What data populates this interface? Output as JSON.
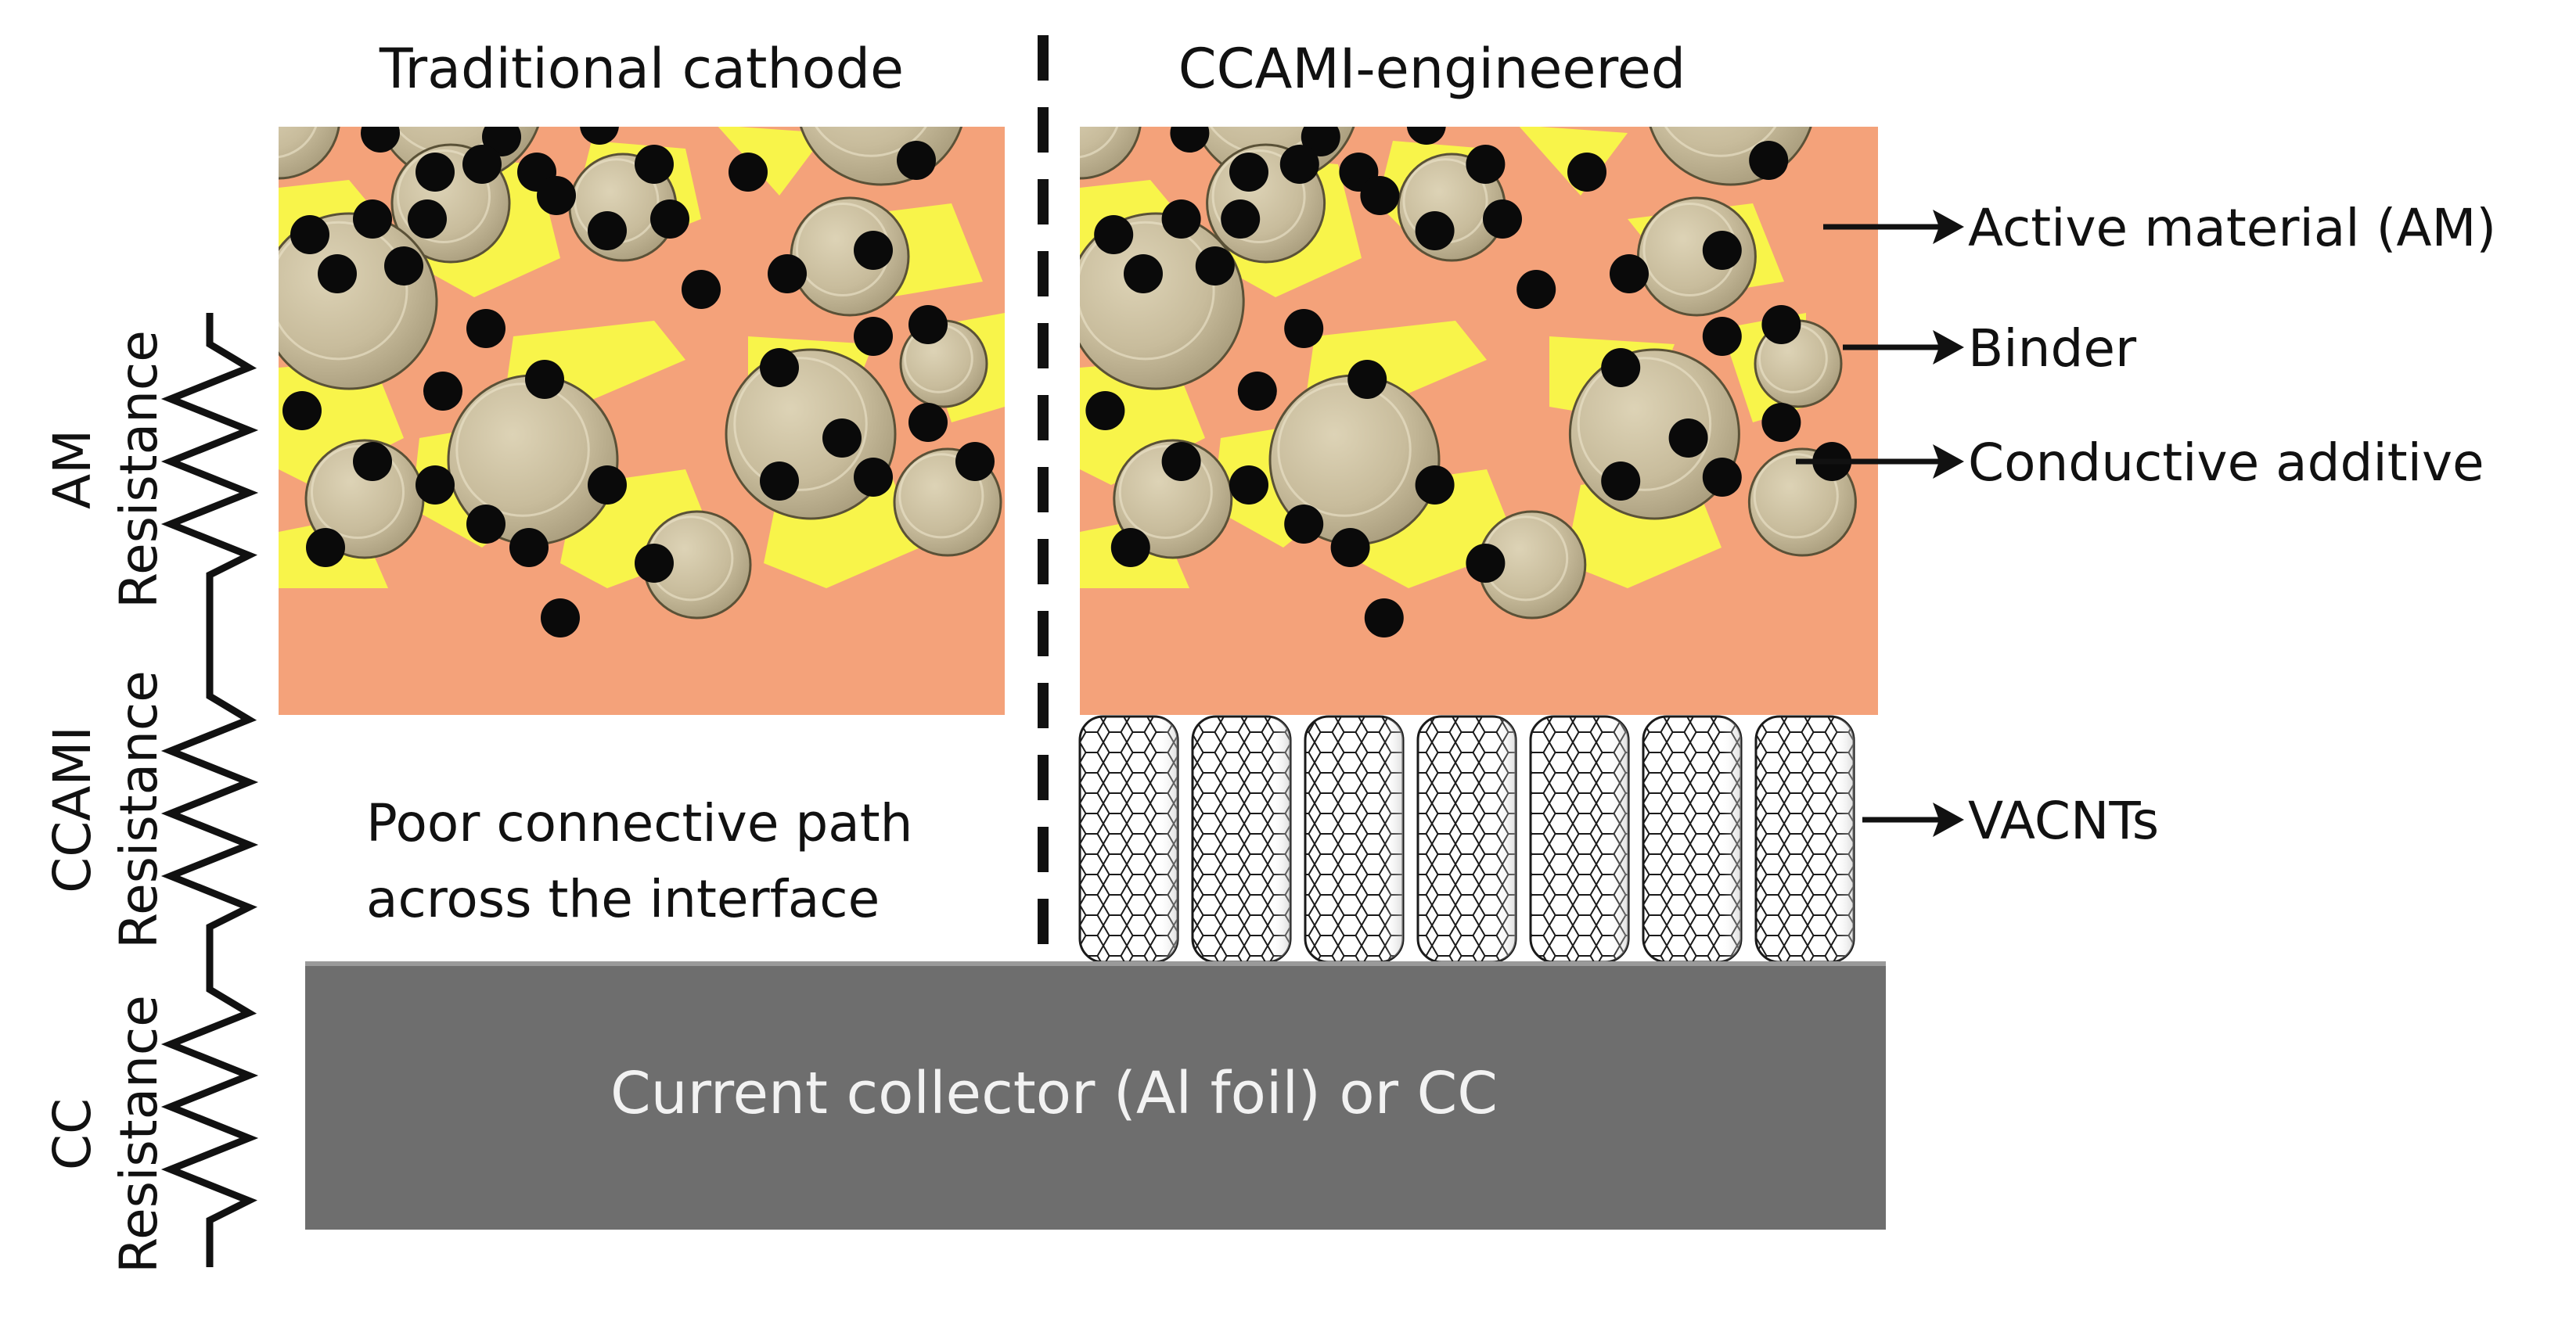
{
  "headings": {
    "traditional": "Traditional cathode",
    "engineered": "CCAMI-engineered"
  },
  "resistances": {
    "am": {
      "line1": "AM",
      "line2": "Resistance"
    },
    "ccami": {
      "line1": "CCAMI",
      "line2": "Resistance"
    },
    "cc": {
      "line1": "CC",
      "line2": "Resistance"
    }
  },
  "labels": {
    "active_material": "Active material (AM)",
    "binder": "Binder",
    "conductive_additive": "Conductive additive",
    "vacnts": "VACNTs"
  },
  "interface_note": {
    "line1": "Poor connective path",
    "line2": "across the interface"
  },
  "current_collector": "Current collector (Al foil) or CC",
  "colors": {
    "binder_orange": "#f4a27a",
    "binder_yellow": "#f8f44a",
    "particle": "#c8bc9c",
    "particle_shade": "#b1a584",
    "particle_edge": "#5a5137",
    "carbon": "#0a0a0a",
    "collector": "#6e6e6e",
    "collector_text": "#f2f2f2"
  },
  "icons": {
    "resistor": "zigzag-resistor-icon",
    "arrow": "right-arrow-icon",
    "nanotube": "hexagon-lattice-icon"
  }
}
